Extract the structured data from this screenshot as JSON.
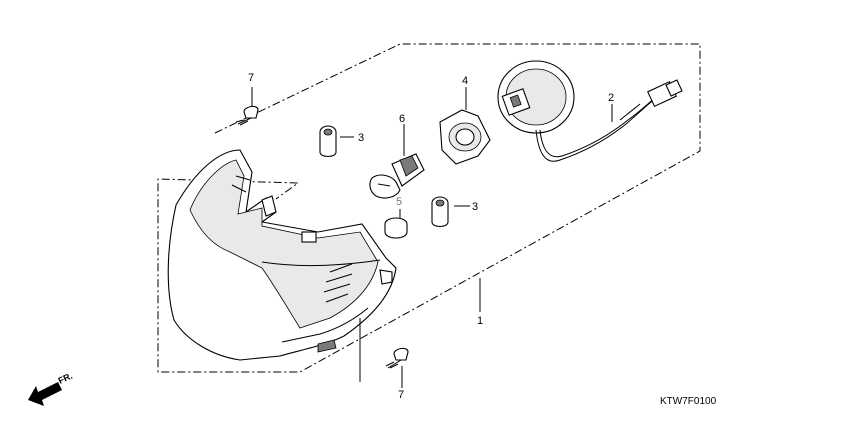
{
  "diagram": {
    "code": "KTW7F0100",
    "front_arrow_label": "FR.",
    "callouts": {
      "c1": "1",
      "c2": "2",
      "c3a": "3",
      "c3b": "3",
      "c4": "4",
      "c5": "5",
      "c6": "6",
      "c7a": "7",
      "c7b": "7"
    },
    "colors": {
      "line": "#000000",
      "callout_5": "#777777",
      "background": "#ffffff"
    }
  }
}
